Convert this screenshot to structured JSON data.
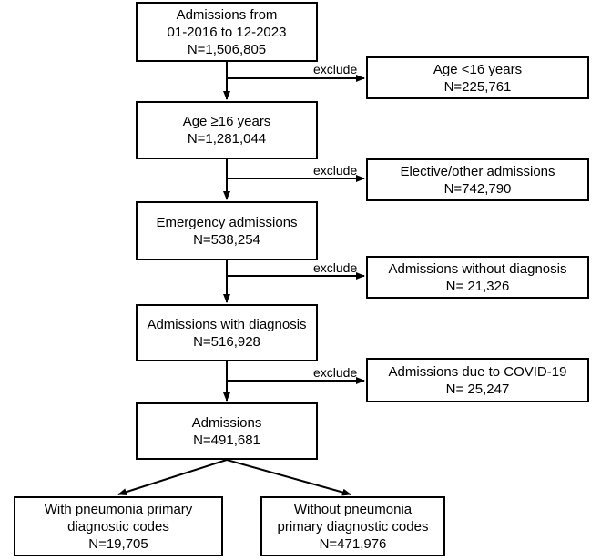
{
  "main_steps": [
    {
      "lines": [
        "Admissions from",
        "01-2016 to 12-2023",
        "N=1,506,805"
      ]
    },
    {
      "lines": [
        "Age ≥16 years",
        "N=1,281,044"
      ]
    },
    {
      "lines": [
        "Emergency admissions",
        "N=538,254"
      ]
    },
    {
      "lines": [
        "Admissions with diagnosis",
        "N=516,928"
      ]
    },
    {
      "lines": [
        "Admissions",
        "N=491,681"
      ]
    }
  ],
  "exclusions": [
    {
      "label": "exclude",
      "lines": [
        "Age <16 years",
        "N=225,761"
      ]
    },
    {
      "label": "exclude",
      "lines": [
        "Elective/other admissions",
        "N=742,790"
      ]
    },
    {
      "label": "exclude",
      "lines": [
        "Admissions without diagnosis",
        "N= 21,326"
      ]
    },
    {
      "label": "exclude",
      "lines": [
        "Admissions due to COVID-19",
        "N= 25,247"
      ]
    }
  ],
  "outcomes": [
    {
      "lines": [
        "With pneumonia primary",
        "diagnostic codes",
        "N=19,705"
      ]
    },
    {
      "lines": [
        "Without pneumonia",
        "primary diagnostic codes",
        "N=471,976"
      ]
    }
  ]
}
